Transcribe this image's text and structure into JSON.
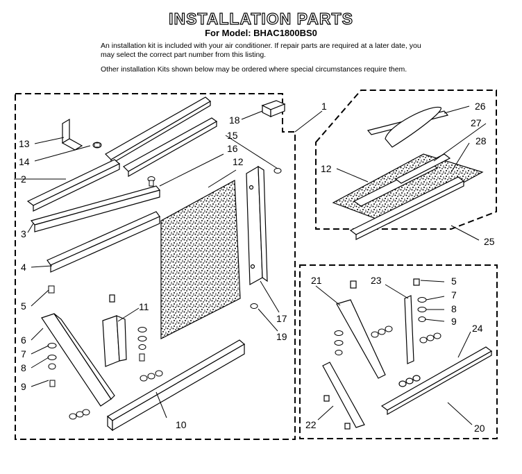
{
  "header": {
    "title": "INSTALLATION PARTS",
    "model": "For Model: BHAC1800BS0",
    "note1": "An installation kit is included with your air conditioner. If repair parts are required at a later date, you may select the correct part number from this listing.",
    "note2": "Other installation Kits shown below may be ordered where special circumstances require them."
  },
  "callouts": {
    "c1": "1",
    "c2": "2",
    "c3": "3",
    "c4": "4",
    "c5a": "5",
    "c5b": "5",
    "c6": "6",
    "c7a": "7",
    "c7b": "7",
    "c8a": "8",
    "c8b": "8",
    "c9a": "9",
    "c9b": "9",
    "c10": "10",
    "c11": "11",
    "c12a": "12",
    "c12b": "12",
    "c13": "13",
    "c14": "14",
    "c15": "15",
    "c16": "16",
    "c17": "17",
    "c18": "18",
    "c19": "19",
    "c20": "20",
    "c21": "21",
    "c22": "22",
    "c23": "23",
    "c24": "24",
    "c25": "25",
    "c26": "26",
    "c27": "27",
    "c28": "28"
  }
}
